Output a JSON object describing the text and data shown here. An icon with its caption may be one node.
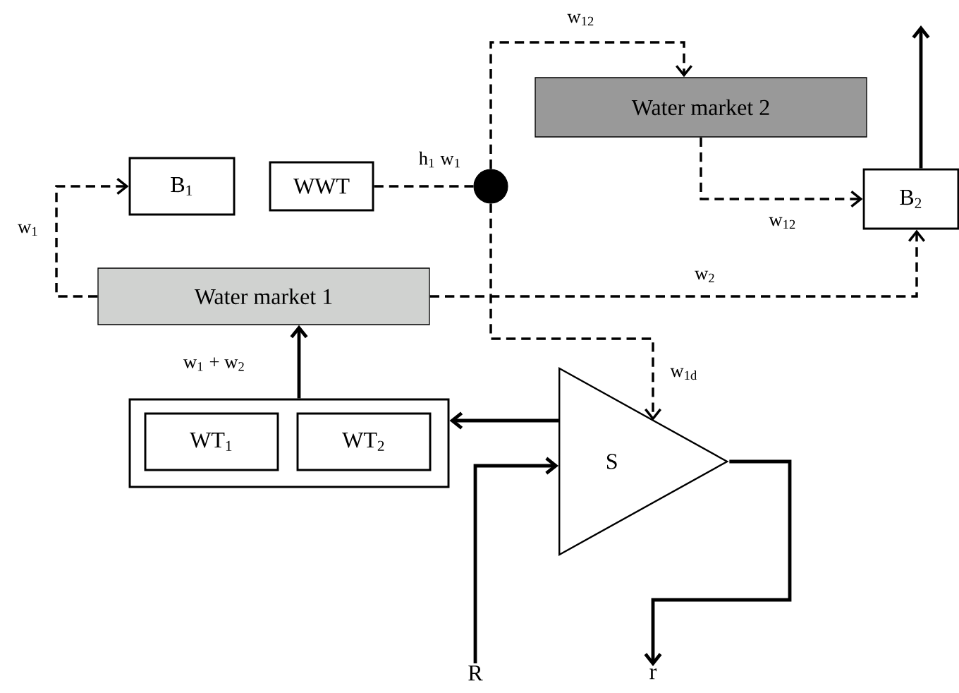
{
  "diagram": {
    "nodes": [
      {
        "text": [
          "Water market 2"
        ]
      },
      {
        "text": [
          "B$_{1}$"
        ]
      },
      {
        "text": [
          "WWT"
        ]
      },
      {
        "text": [],
        "shape": "circle"
      },
      {
        "text": [
          "B$_{2}$"
        ]
      },
      {
        "text": [
          "Water market 1"
        ]
      },
      {
        "text": [],
        "shape": "box"
      },
      {
        "text": [
          "WT$_{1}$"
        ],
        "in": 6
      },
      {
        "text": [
          "WT$_{2}$"
        ],
        "in": 6
      },
      {
        "text": [
          "S"
        ]
      },
      {
        "text": [
          "R"
        ]
      },
      {
        "text": [
          "r"
        ]
      }
    ],
    "edges": [
      {
        "from": 5,
        "to": 1,
        "arrow": "to",
        "label": "w$_{1}$",
        "style": "dashed"
      },
      {
        "from": 2,
        "to": 3,
        "arrow": "none",
        "label": "h$_{1}$ w$_{1}$",
        "style": "dashed"
      },
      {
        "from": 3,
        "to": 0,
        "arrow": "to",
        "label": "w$_{12}$",
        "style": "dashed"
      },
      {
        "from": 0,
        "to": 4,
        "arrow": "to",
        "label": "w$_{12}$",
        "style": "dashed"
      },
      {
        "from": 5,
        "to": 4,
        "arrow": "to",
        "label": "w$_{2}$",
        "style": "dashed"
      },
      {
        "from": 3,
        "to": 9,
        "arrow": "to",
        "label": "w$_{1d}$",
        "style": "dashed"
      },
      {
        "from": 9,
        "to": 6,
        "arrow": "to"
      },
      {
        "from": 6,
        "to": 5,
        "arrow": "to",
        "label": "w$_{1}$ + w$_{2}$"
      },
      {
        "from": 10,
        "to": 9,
        "arrow": "to"
      },
      {
        "from": 9,
        "to": 11,
        "arrow": "to"
      },
      {
        "from": 4,
        "to": null,
        "arrow": "to"
      }
    ]
  }
}
